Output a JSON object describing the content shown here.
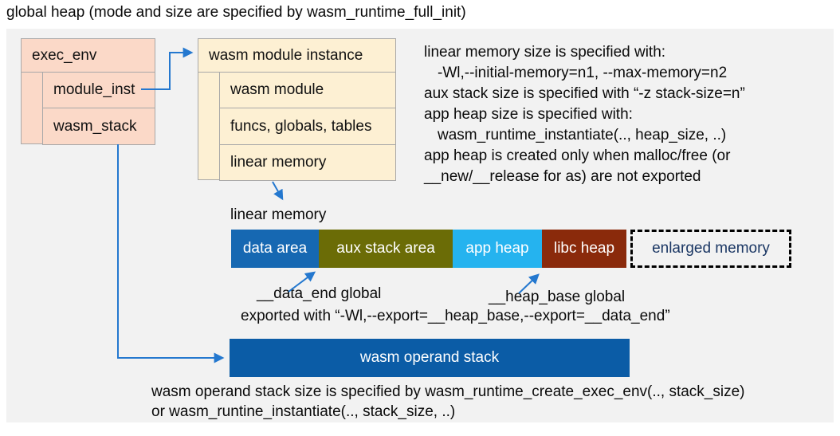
{
  "title": "global heap (mode and size are specified by wasm_runtime_full_init)",
  "exec_env": {
    "header": "exec_env",
    "rows": [
      "module_inst",
      "wasm_stack"
    ]
  },
  "module_instance": {
    "header": "wasm module instance",
    "rows": [
      "wasm module",
      "funcs, globals, tables",
      "linear memory"
    ]
  },
  "notes_right": {
    "lines": [
      "linear memory size is specified with:",
      "-Wl,--initial-memory=n1, --max-memory=n2",
      "aux stack size is specified with “-z stack-size=n”",
      "app heap size is specified with:",
      "wasm_runtime_instantiate(.., heap_size, ..)",
      "app heap is created only when malloc/free (or",
      "__new/__release for as) are not exported"
    ]
  },
  "linear_memory": {
    "label": "linear memory",
    "segments": [
      {
        "label": "data area",
        "color": "#1668b2"
      },
      {
        "label": "aux stack area",
        "color": "#6b6c06"
      },
      {
        "label": "app heap",
        "color": "#25b3ef"
      },
      {
        "label": "libc heap",
        "color": "#8a2a0b"
      }
    ],
    "enlarged": {
      "label": "enlarged memory",
      "text_color": "#1b3764"
    }
  },
  "globals_annotation": {
    "data_end": "__data_end global",
    "heap_base": "__heap_base global",
    "exported": "exported with “-Wl,--export=__heap_base,--export=__data_end”"
  },
  "operand_stack": {
    "label": "wasm operand stack",
    "color": "#0b5ca6",
    "note_line1": "wasm operand stack size is specified by wasm_runtime_create_exec_env(.., stack_size)",
    "note_line2": "or wasm_runtine_instantiate(.., stack_size, ..)"
  },
  "colors": {
    "heap_background": "#f2f2f2",
    "struct_fill_salmon": "#fbd9c8",
    "struct_fill_cream": "#fdf0d3",
    "struct_border": "#a8a8a8",
    "arrow_blue": "#2478cf",
    "enlarged_border": "#000000"
  }
}
